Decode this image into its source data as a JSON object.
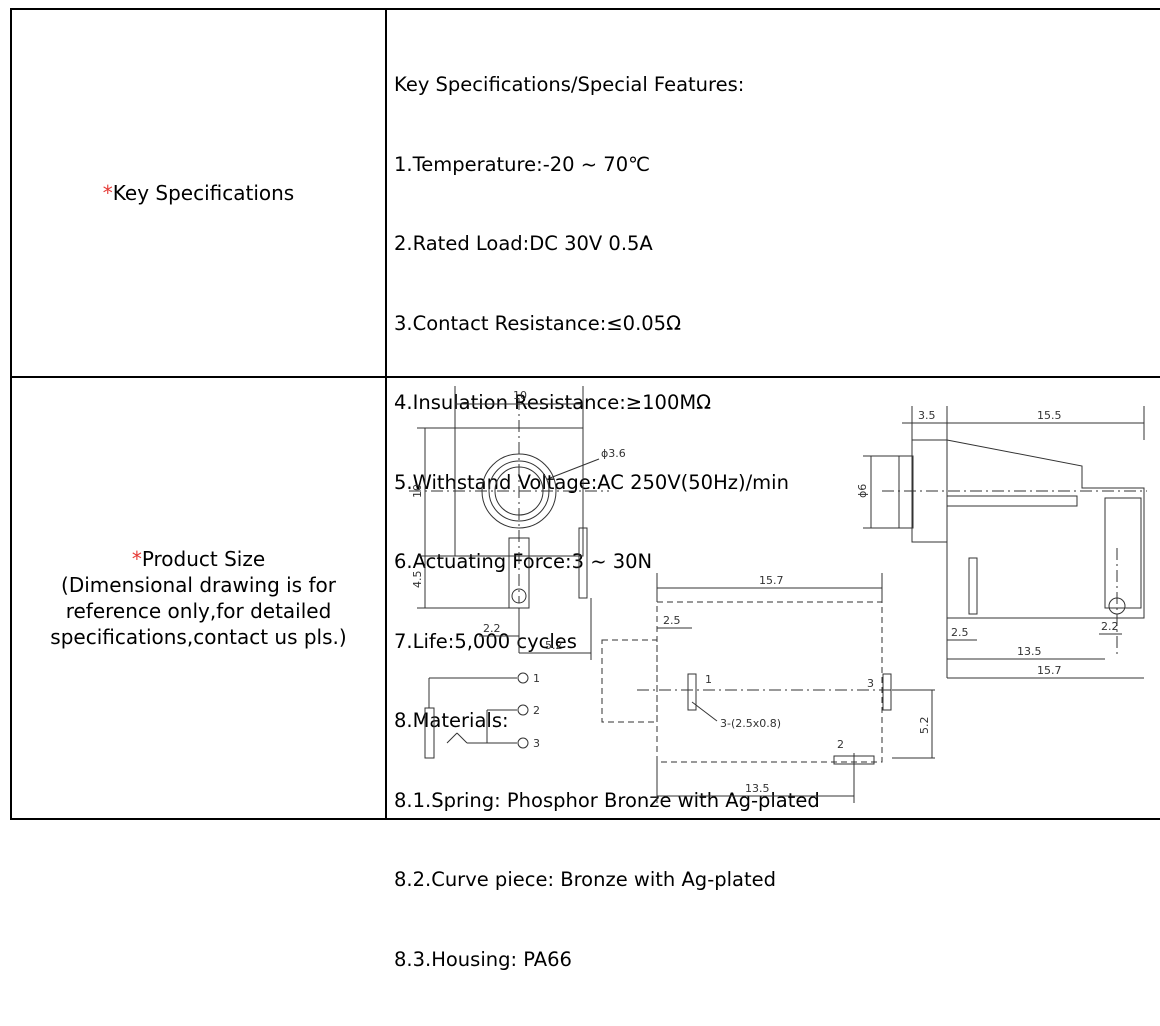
{
  "table": {
    "rows": [
      {
        "label_prefix": "*",
        "label": "Key Specifications",
        "lines": [
          "Key Specifications/Special Features:",
          "1.Temperature:-20 ~ 70℃",
          "2.Rated Load:DC 30V 0.5A",
          "3.Contact Resistance:≤0.05Ω",
          "4.Insulation Resistance:≥100MΩ",
          "5.Withstand Voltage:AC 250V(50Hz)/min",
          "6.Actuating Force:3 ~ 30N",
          "7.Life:5,000 cycles",
          "8.Materials:",
          "8.1.Spring: Phosphor Bronze with Ag-plated",
          "8.2.Curve piece: Bronze with Ag-plated",
          "8.3.Housing: PA66"
        ]
      },
      {
        "label_prefix": "*",
        "label_lines": [
          "Product Size",
          "(Dimensional drawing is for",
          "reference only,for detailed",
          "specifications,contact us pls.)"
        ]
      }
    ]
  },
  "drawing": {
    "front_width": "10",
    "front_height": "10",
    "hole_dia": "ϕ3.6",
    "tab_height": "4.5",
    "dim_2_2_left": "2.2",
    "dim_5_2_bottom": "5.2",
    "side_3_5": "3.5",
    "side_15_5": "15.5",
    "side_dia": "ϕ6",
    "side_2_5": "2.5",
    "side_2_2": "2.2",
    "side_13_5": "13.5",
    "side_15_7": "15.7",
    "top_15_7": "15.7",
    "top_2_5": "2.5",
    "top_pin1": "1",
    "top_pin3": "3",
    "top_pin2": "2",
    "top_pad_note": "3-(2.5x0.8)",
    "top_5_2": "5.2",
    "top_13_5": "13.5",
    "schem_1": "1",
    "schem_2": "2",
    "schem_3": "3"
  }
}
